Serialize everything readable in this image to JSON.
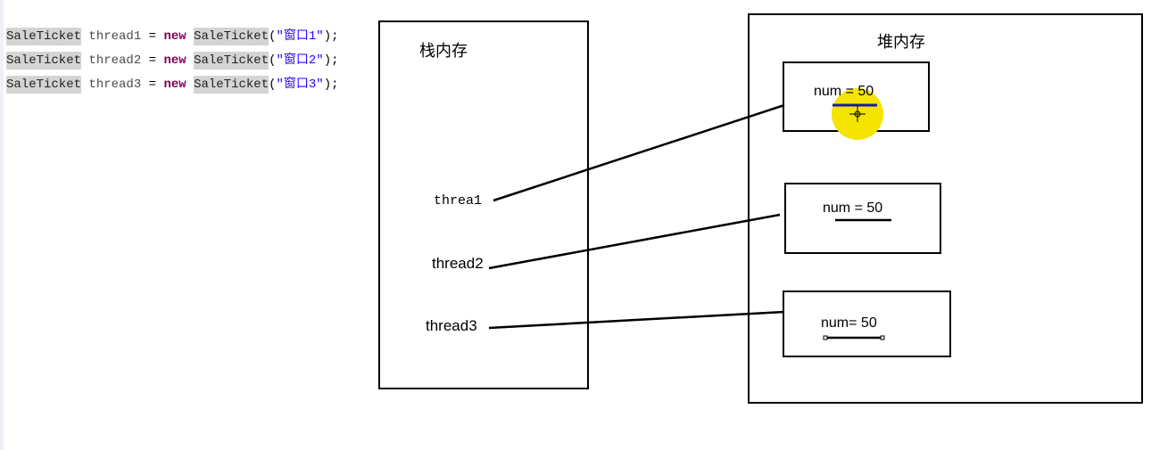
{
  "code": {
    "lines": [
      {
        "type": "SaleTicket",
        "var": "thread1",
        "eq": " = ",
        "kw": "new",
        "ctor": "SaleTicket",
        "open": "(",
        "str": "\"窗口1\"",
        "close": ");"
      },
      {
        "type": "SaleTicket",
        "var": "thread2",
        "eq": " = ",
        "kw": "new",
        "ctor": "SaleTicket",
        "open": "(",
        "str": "\"窗口2\"",
        "close": ");"
      },
      {
        "type": "SaleTicket",
        "var": "thread3",
        "eq": " = ",
        "kw": "new",
        "ctor": "SaleTicket",
        "open": "(",
        "str": "\"窗口3\"",
        "close": ");"
      }
    ]
  },
  "stack": {
    "title": "栈内存",
    "refs": [
      "threa1",
      "thread2",
      "thread3"
    ]
  },
  "heap": {
    "title": "堆内存",
    "objects": [
      "num = 50",
      "num = 50",
      "num= 50"
    ]
  },
  "colors": {
    "cursor_highlight": "#f5e400",
    "underline_blue": "#1a1aa0"
  }
}
